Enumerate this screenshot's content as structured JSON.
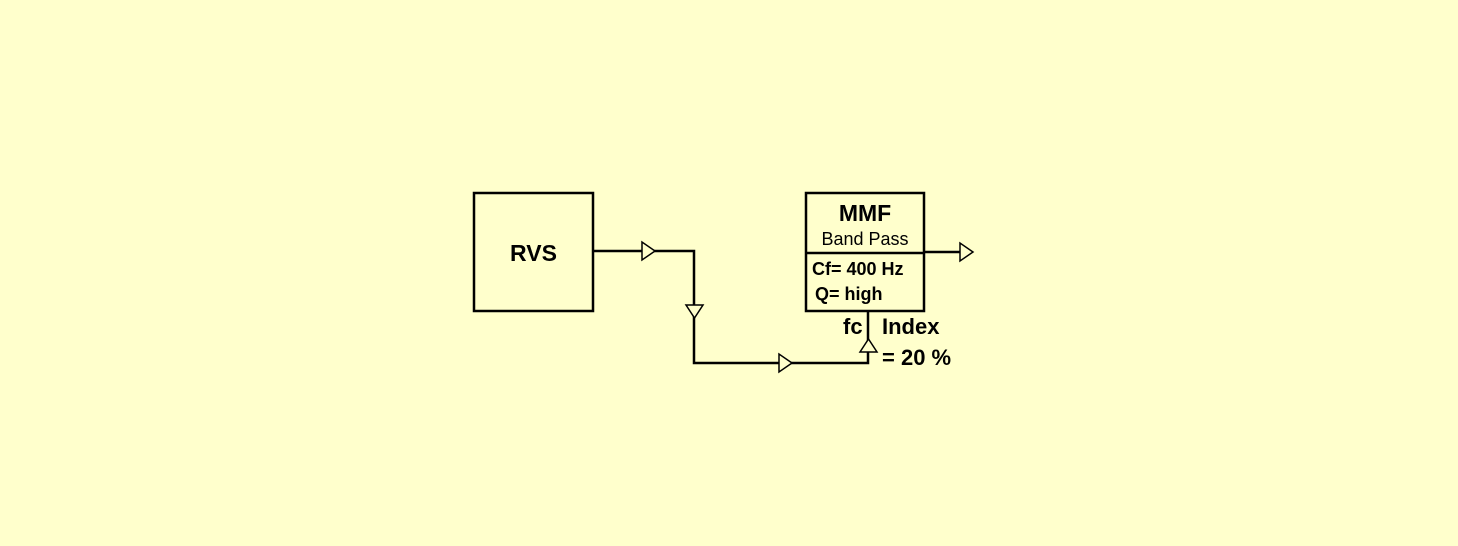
{
  "colors": {
    "background": "#FFFFCC",
    "stroke": "#000000"
  },
  "rvs": {
    "label": "RVS"
  },
  "mmf": {
    "title": "MMF",
    "subtitle": "Band Pass",
    "cf": "Cf= 400 Hz",
    "q": "Q= high",
    "input_label": "fc"
  },
  "modulation": {
    "line1": "Index",
    "line2": "= 20 %"
  }
}
